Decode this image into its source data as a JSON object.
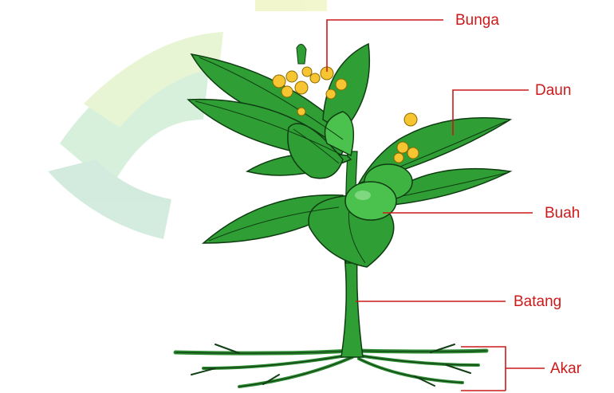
{
  "labels": {
    "bunga": "Bunga",
    "daun": "Daun",
    "buah": "Buah",
    "batang": "Batang",
    "akar": "Akar"
  },
  "colors": {
    "label": "#cc1a1a",
    "leader": "#cc1a1a",
    "leaf": "#2f9e35",
    "leaf_light": "#4cc24e",
    "outline": "#0f3d12",
    "flower": "#f7c531",
    "fruit": "#3fb342",
    "watermark_green": "#c8ecd0",
    "watermark_yellow": "#f4f4c6"
  }
}
